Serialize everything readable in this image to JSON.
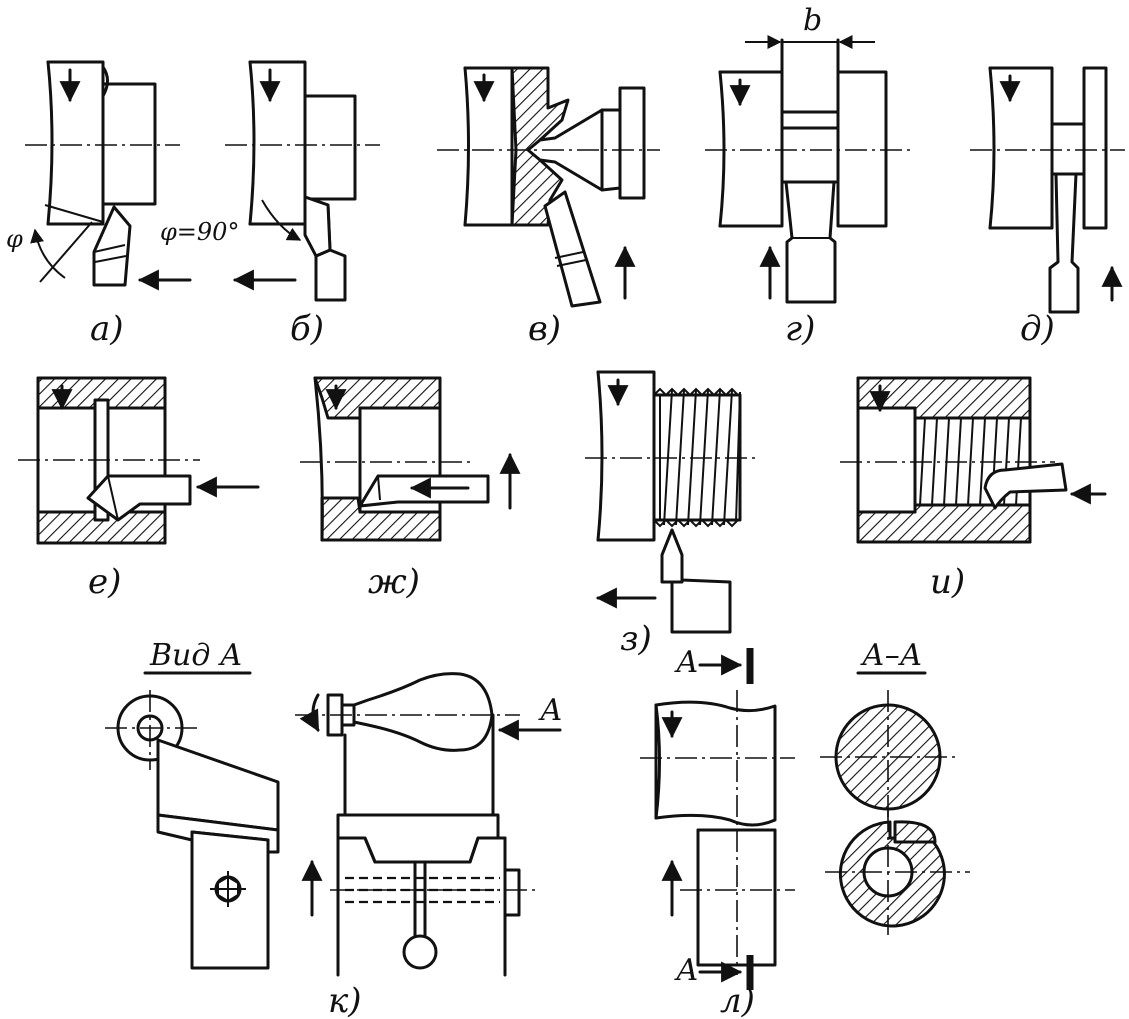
{
  "labels": {
    "a": "а)",
    "b": "б)",
    "v": "в)",
    "g": "г)",
    "d": "д)",
    "e": "е)",
    "zh": "ж)",
    "z": "з)",
    "i": "и)",
    "k": "к)",
    "l": "л)"
  },
  "annotations": {
    "phi_a": "φ",
    "phi_b": "φ=90°",
    "width_b": "b",
    "view_a": "Вид А",
    "section_aa": "А–А",
    "arrow_a_k": "А",
    "arrow_a_top": "А",
    "arrow_a_bottom": "А"
  },
  "colors": {
    "ink": "#111111",
    "paper": "#ffffff"
  }
}
